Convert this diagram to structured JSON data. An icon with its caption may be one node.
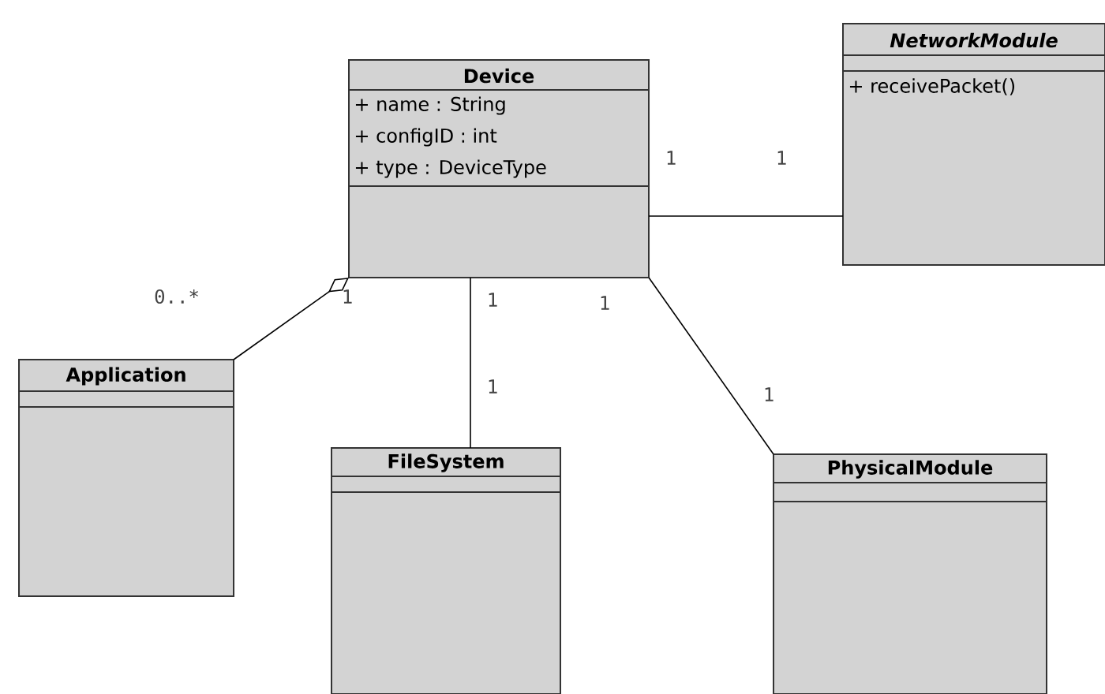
{
  "diagram": {
    "nodes": [
      {
        "text": [
          "Device",
          "+ name : String",
          "+ configID : int",
          "+ type : DeviceType"
        ]
      },
      {
        "text": [
          "NetworkModule",
          "+ receivePacket()"
        ]
      },
      {
        "text": [
          "Application"
        ]
      },
      {
        "text": [
          "FileSystem"
        ]
      },
      {
        "text": [
          "PhysicalModule"
        ]
      }
    ],
    "edges": [
      {
        "from": 0,
        "to": 1,
        "arrow": "none"
      },
      {
        "from": 2,
        "to": 0,
        "arrow": "other"
      },
      {
        "from": 0,
        "to": 3,
        "arrow": "none"
      },
      {
        "from": 0,
        "to": 4,
        "arrow": "none"
      }
    ],
    "labels": [
      "1",
      "1",
      "0..*",
      "1",
      "1",
      "1",
      "1",
      "1"
    ]
  }
}
